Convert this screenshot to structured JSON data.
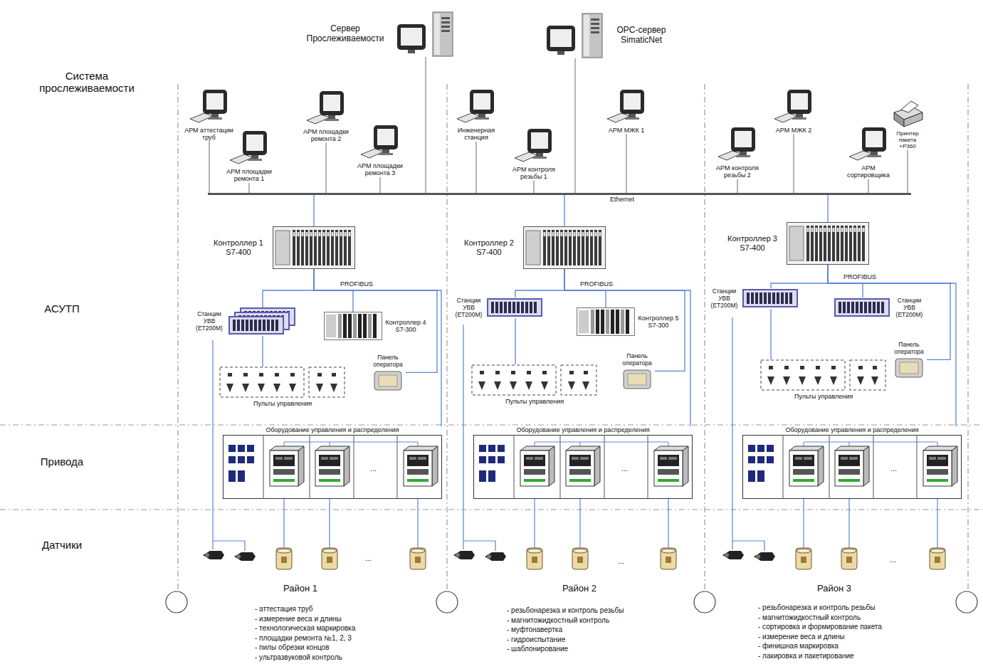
{
  "diagram": {
    "nodes": [
      {
        "text": [
          "Сервер Прослеживаемости"
        ]
      },
      {
        "text": [
          "OPC-сервер SimaticNet"
        ]
      },
      {
        "text": [
          "АРМ аттестации труб"
        ]
      },
      {
        "text": [
          "АРМ площадки ремонта 1"
        ]
      },
      {
        "text": [
          "АРМ площадки ремонта 2"
        ]
      },
      {
        "text": [
          "АРМ площадки ремонта 3"
        ]
      },
      {
        "text": [
          "Инженерная станция"
        ]
      },
      {
        "text": [
          "АРМ контроля резьбы 1"
        ]
      },
      {
        "text": [
          "АРМ МЖК 1"
        ]
      },
      {
        "text": [
          "АРМ контроля резьбы 2"
        ]
      },
      {
        "text": [
          "АРМ МЖК 2"
        ]
      },
      {
        "text": [
          "АРМ сортировщика"
        ]
      },
      {
        "text": [
          "Принтер пакета +P360"
        ]
      },
      {
        "text": [
          "Ethernet"
        ]
      },
      {
        "text": [
          "Контроллер 1 S7-400"
        ]
      },
      {
        "text": [
          "Станции УВВ (ET200M)"
        ]
      },
      {
        "text": [
          "Контроллер 4 S7-300"
        ]
      },
      {
        "text": [
          "Пульты управления"
        ]
      },
      {
        "text": [
          "Панель оператора"
        ]
      },
      {
        "text": [
          "Контроллер 2 S7-400"
        ]
      },
      {
        "text": [
          "Станции УВВ (ET200M)"
        ]
      },
      {
        "text": [
          "Контроллер 5 S7-300"
        ]
      },
      {
        "text": [
          "Пульты управления"
        ]
      },
      {
        "text": [
          "Панель оператора"
        ]
      },
      {
        "text": [
          "Контроллер 3 S7-400"
        ]
      },
      {
        "text": [
          "Станции УВВ (ET200M)"
        ]
      },
      {
        "text": [
          "Станции УВВ (ET200M)"
        ]
      },
      {
        "text": [
          "Пульты управления"
        ]
      },
      {
        "text": [
          "Панель оператора"
        ]
      },
      {
        "text": [
          "Оборудование управления и распределения"
        ]
      },
      {
        "text": [
          "Оборудование управления и распределения"
        ]
      },
      {
        "text": [
          "Оборудование управления и распределения"
        ]
      }
    ],
    "edges": [
      {
        "from": 0,
        "to": 13,
        "arrow": "none"
      },
      {
        "from": 1,
        "to": 13,
        "arrow": "none"
      },
      {
        "from": 2,
        "to": 13,
        "arrow": "none"
      },
      {
        "from": 3,
        "to": 13,
        "arrow": "none"
      },
      {
        "from": 4,
        "to": 13,
        "arrow": "none"
      },
      {
        "from": 5,
        "to": 13,
        "arrow": "none"
      },
      {
        "from": 6,
        "to": 13,
        "arrow": "none"
      },
      {
        "from": 7,
        "to": 13,
        "arrow": "none"
      },
      {
        "from": 8,
        "to": 13,
        "arrow": "none"
      },
      {
        "from": 9,
        "to": 13,
        "arrow": "none"
      },
      {
        "from": 10,
        "to": 13,
        "arrow": "none"
      },
      {
        "from": 11,
        "to": 13,
        "arrow": "none"
      },
      {
        "from": 12,
        "to": 13,
        "arrow": "none"
      },
      {
        "from": 14,
        "to": 13,
        "arrow": "none"
      },
      {
        "from": 19,
        "to": 13,
        "arrow": "none"
      },
      {
        "from": 24,
        "to": 13,
        "arrow": "none"
      },
      {
        "from": 14,
        "to": 15,
        "arrow": "none"
      },
      {
        "from": 14,
        "to": 16,
        "arrow": "none"
      },
      {
        "from": 14,
        "to": 18,
        "arrow": "none"
      },
      {
        "from": 14,
        "to": 29,
        "arrow": "none"
      },
      {
        "from": 15,
        "to": 17,
        "arrow": "none"
      },
      {
        "from": 19,
        "to": 20,
        "arrow": "none"
      },
      {
        "from": 19,
        "to": 21,
        "arrow": "none"
      },
      {
        "from": 19,
        "to": 23,
        "arrow": "none"
      },
      {
        "from": 19,
        "to": 30,
        "arrow": "none"
      },
      {
        "from": 20,
        "to": 22,
        "arrow": "none"
      },
      {
        "from": 24,
        "to": 25,
        "arrow": "none"
      },
      {
        "from": 24,
        "to": 26,
        "arrow": "none"
      },
      {
        "from": 24,
        "to": 28,
        "arrow": "none"
      },
      {
        "from": 24,
        "to": 31,
        "arrow": "none"
      },
      {
        "from": 25,
        "to": 27,
        "arrow": "none"
      }
    ],
    "labels": [
      "Система прослеживаемости",
      "АСУТП",
      "Привода",
      "Датчики",
      "PROFIBUS",
      "PROFIBUS",
      "PROFIBUS",
      "Район 1",
      "- аттестация труб",
      "- измерение веса и длины",
      "- технологическая маркировка",
      "- площадки ремонта №1, 2, 3",
      "- пилы обрезки концов",
      "- ультразвуковой контроль",
      "Район 2",
      "- резьбонарезка и контроль резьбы",
      "- магнитожидкостный контроль",
      "- муфтонавертка",
      "- гидроиспытание",
      "- шаблонирование",
      "Район 3",
      "- резьбонарезка и контроль резьбы",
      "- магнитожидкостный контроль",
      "- сортировка и формирование пакета",
      "- измерение веса и длины",
      "- финишная маркировка",
      "- лакировка и пакетирование",
      "...",
      "...",
      "...",
      "...",
      "...",
      "..."
    ]
  }
}
